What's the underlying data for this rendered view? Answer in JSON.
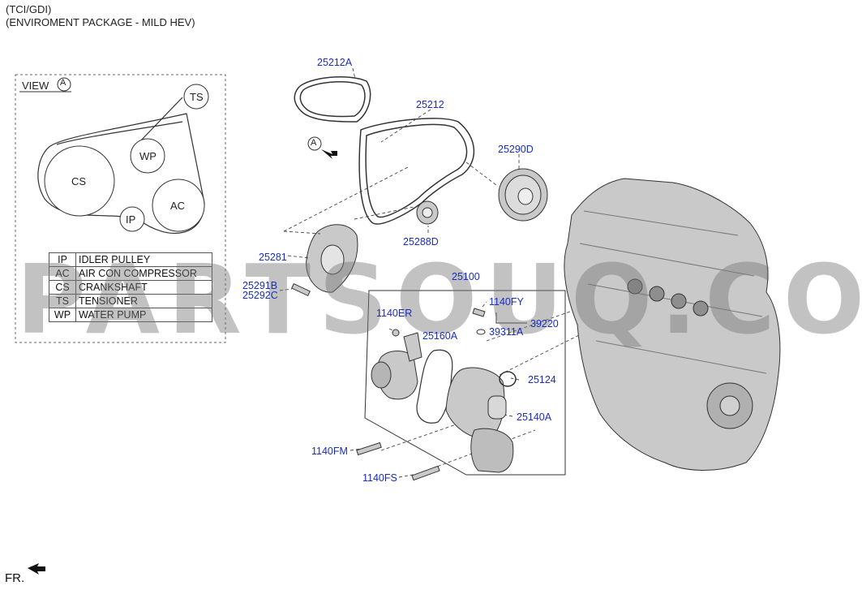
{
  "header": {
    "line1": "(TCI/GDI)",
    "line2": "(ENVIROMENT PACKAGE - MILD HEV)"
  },
  "view": {
    "label": "VIEW",
    "marker": "A",
    "nodes": [
      "TS",
      "WP",
      "CS",
      "AC",
      "IP"
    ]
  },
  "legend": [
    {
      "code": "IP",
      "name": "IDLER PULLEY"
    },
    {
      "code": "AC",
      "name": "AIR CON COMPRESSOR"
    },
    {
      "code": "CS",
      "name": "CRANKSHAFT"
    },
    {
      "code": "TS",
      "name": "TENSIONER"
    },
    {
      "code": "WP",
      "name": "WATER PUMP"
    }
  ],
  "arrow_marker": "A",
  "parts": {
    "p25212A": "25212A",
    "p25212": "25212",
    "p25290D": "25290D",
    "p25288D": "25288D",
    "p25281": "25281",
    "p25291B": "25291B",
    "p25292C": "25292C",
    "p25100": "25100",
    "p1140FY": "1140FY",
    "p1140ER": "1140ER",
    "p39220": "39220",
    "p39311A": "39311A",
    "p25160A": "25160A",
    "p25124": "25124",
    "p25140A": "25140A",
    "p1140FM": "1140FM",
    "p1140FS": "1140FS"
  },
  "watermark": "PARTSOUQ.COM",
  "footer": {
    "direction": "FR."
  },
  "colors": {
    "label": "#1a2ebd",
    "line": "#333333",
    "part_fill": "#c9c9c9"
  }
}
